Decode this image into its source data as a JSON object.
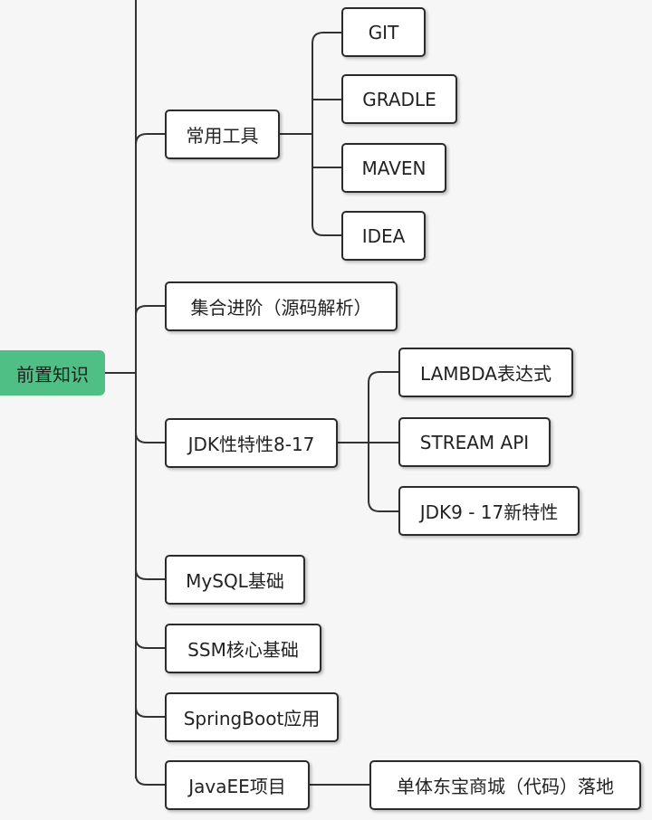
{
  "root": {
    "label": "前置知识",
    "color": "#4fbf86"
  },
  "branches": [
    {
      "label": "常用工具",
      "children": [
        "GIT",
        "GRADLE",
        "MAVEN",
        "IDEA"
      ]
    },
    {
      "label": "集合进阶（源码解析）",
      "children": []
    },
    {
      "label": "JDK性特性8-17",
      "children": [
        "LAMBDA表达式",
        "STREAM API",
        "JDK9 - 17新特性"
      ]
    },
    {
      "label": "MySQL基础",
      "children": []
    },
    {
      "label": "SSM核心基础",
      "children": []
    },
    {
      "label": "SpringBoot应用",
      "children": []
    },
    {
      "label": "JavaEE项目",
      "children": [
        "单体东宝商城（代码）落地"
      ]
    }
  ]
}
